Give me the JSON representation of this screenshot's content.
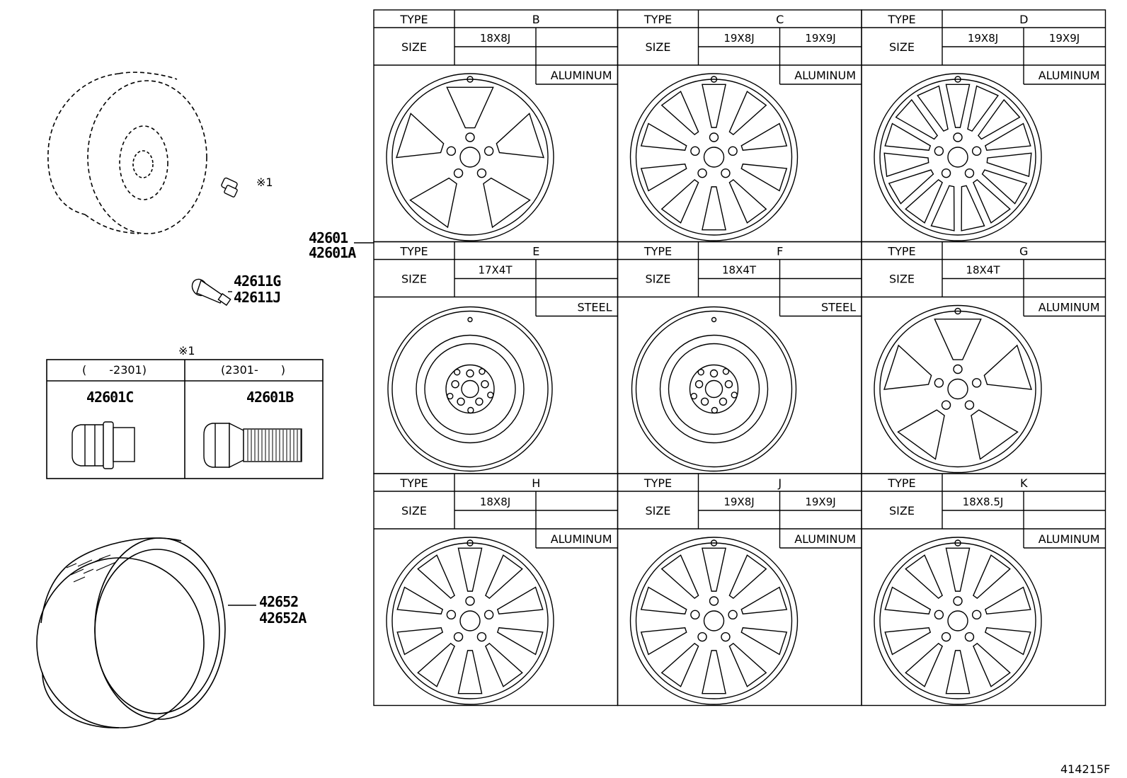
{
  "parts": {
    "wheel_ref_1": "42601",
    "wheel_ref_2": "42601A",
    "valve_1": "42611G",
    "valve_2": "42611J",
    "tire_1": "42652",
    "tire_2": "42652A",
    "nut_mark": "※1",
    "nut_box_title": "※1",
    "nut_col1_range": "(　　-2301)",
    "nut_col2_range": "(2301-　　)",
    "nut_col1_part": "42601C",
    "nut_col2_part": "42601B"
  },
  "table": {
    "type_label": "TYPE",
    "size_label": "SIZE",
    "cells": [
      {
        "type": "B",
        "size1": "18X8J",
        "size2": "",
        "material": "ALUMINUM",
        "style": "alloy5"
      },
      {
        "type": "C",
        "size1": "19X8J",
        "size2": "19X9J",
        "material": "ALUMINUM",
        "style": "alloy10"
      },
      {
        "type": "D",
        "size1": "19X8J",
        "size2": "19X9J",
        "material": "ALUMINUM",
        "style": "alloy15"
      },
      {
        "type": "E",
        "size1": "17X4T",
        "size2": "",
        "material": "STEEL",
        "style": "steel"
      },
      {
        "type": "F",
        "size1": "18X4T",
        "size2": "",
        "material": "STEEL",
        "style": "steel"
      },
      {
        "type": "G",
        "size1": "18X4T",
        "size2": "",
        "material": "ALUMINUM",
        "style": "alloy5b"
      },
      {
        "type": "H",
        "size1": "18X8J",
        "size2": "",
        "material": "ALUMINUM",
        "style": "alloy10b"
      },
      {
        "type": "J",
        "size1": "19X8J",
        "size2": "19X9J",
        "material": "ALUMINUM",
        "style": "alloy10c"
      },
      {
        "type": "K",
        "size1": "18X8.5J",
        "size2": "",
        "material": "ALUMINUM",
        "style": "alloy10d"
      }
    ]
  },
  "figure_id": "414215F"
}
